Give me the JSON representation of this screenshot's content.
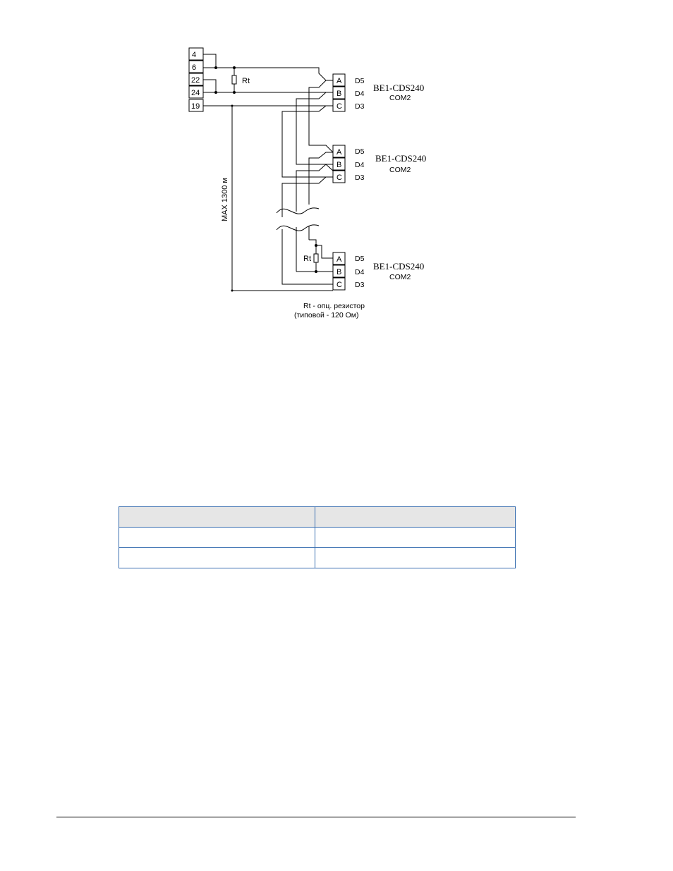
{
  "left_block": {
    "terminals": [
      "4",
      "6",
      "22",
      "24",
      "19"
    ],
    "resistor_label": "Rt"
  },
  "cable_label": "MAX 1300 м",
  "relays": [
    {
      "pins": [
        "A",
        "B",
        "C"
      ],
      "ports": [
        "D5",
        "D4",
        "D3"
      ],
      "model": "BE1-CDS240",
      "port_name": "COM2"
    },
    {
      "pins": [
        "A",
        "B",
        "C"
      ],
      "ports": [
        "D5",
        "D4",
        "D3"
      ],
      "model": "BE1-CDS240",
      "port_name": "COM2"
    },
    {
      "pins": [
        "A",
        "B",
        "C"
      ],
      "ports": [
        "D5",
        "D4",
        "D3"
      ],
      "model": "BE1-CDS240",
      "port_name": "COM2",
      "resistor_label": "Rt"
    }
  ],
  "note": {
    "line1": "Rt - опц. резистор",
    "line2": "(типовой - 120 Ом)"
  },
  "table": {
    "header": [
      "",
      ""
    ],
    "rows": [
      [
        "",
        ""
      ],
      [
        "",
        ""
      ]
    ]
  }
}
